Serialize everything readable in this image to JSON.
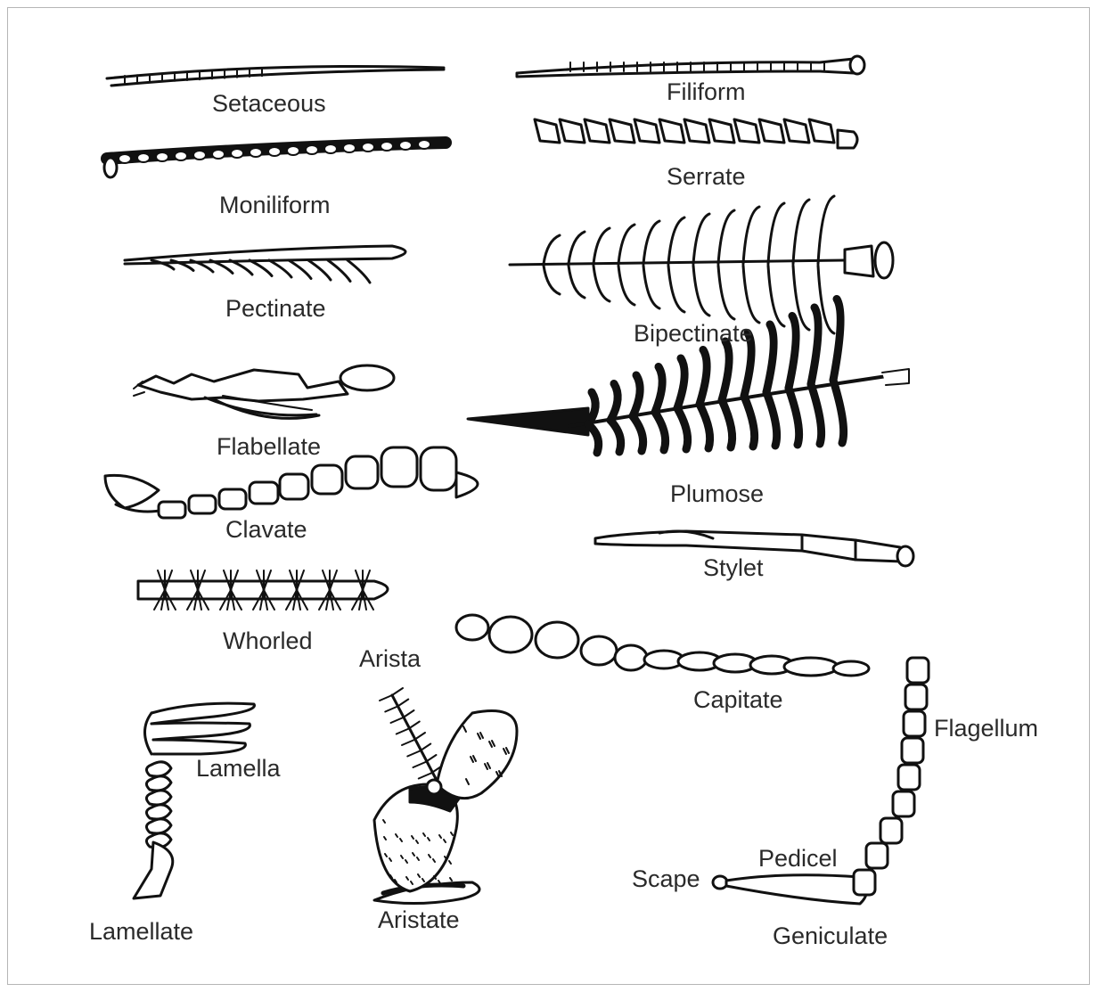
{
  "labels": {
    "setaceous": "Setaceous",
    "filiform": "Filiform",
    "moniliform": "Moniliform",
    "serrate": "Serrate",
    "pectinate": "Pectinate",
    "bipectinate": "Bipectinate",
    "flabellate": "Flabellate",
    "plumose": "Plumose",
    "clavate": "Clavate",
    "stylet": "Stylet",
    "whorled": "Whorled",
    "arista": "Arista",
    "capitate": "Capitate",
    "flagellum": "Flagellum",
    "lamella": "Lamella",
    "pedicel": "Pedicel",
    "scape": "Scape",
    "lamellate": "Lamellate",
    "aristate": "Aristate",
    "geniculate": "Geniculate"
  },
  "colors": {
    "ink": "#111111",
    "text": "#2a2a2a",
    "frame": "#b5b5b5"
  }
}
